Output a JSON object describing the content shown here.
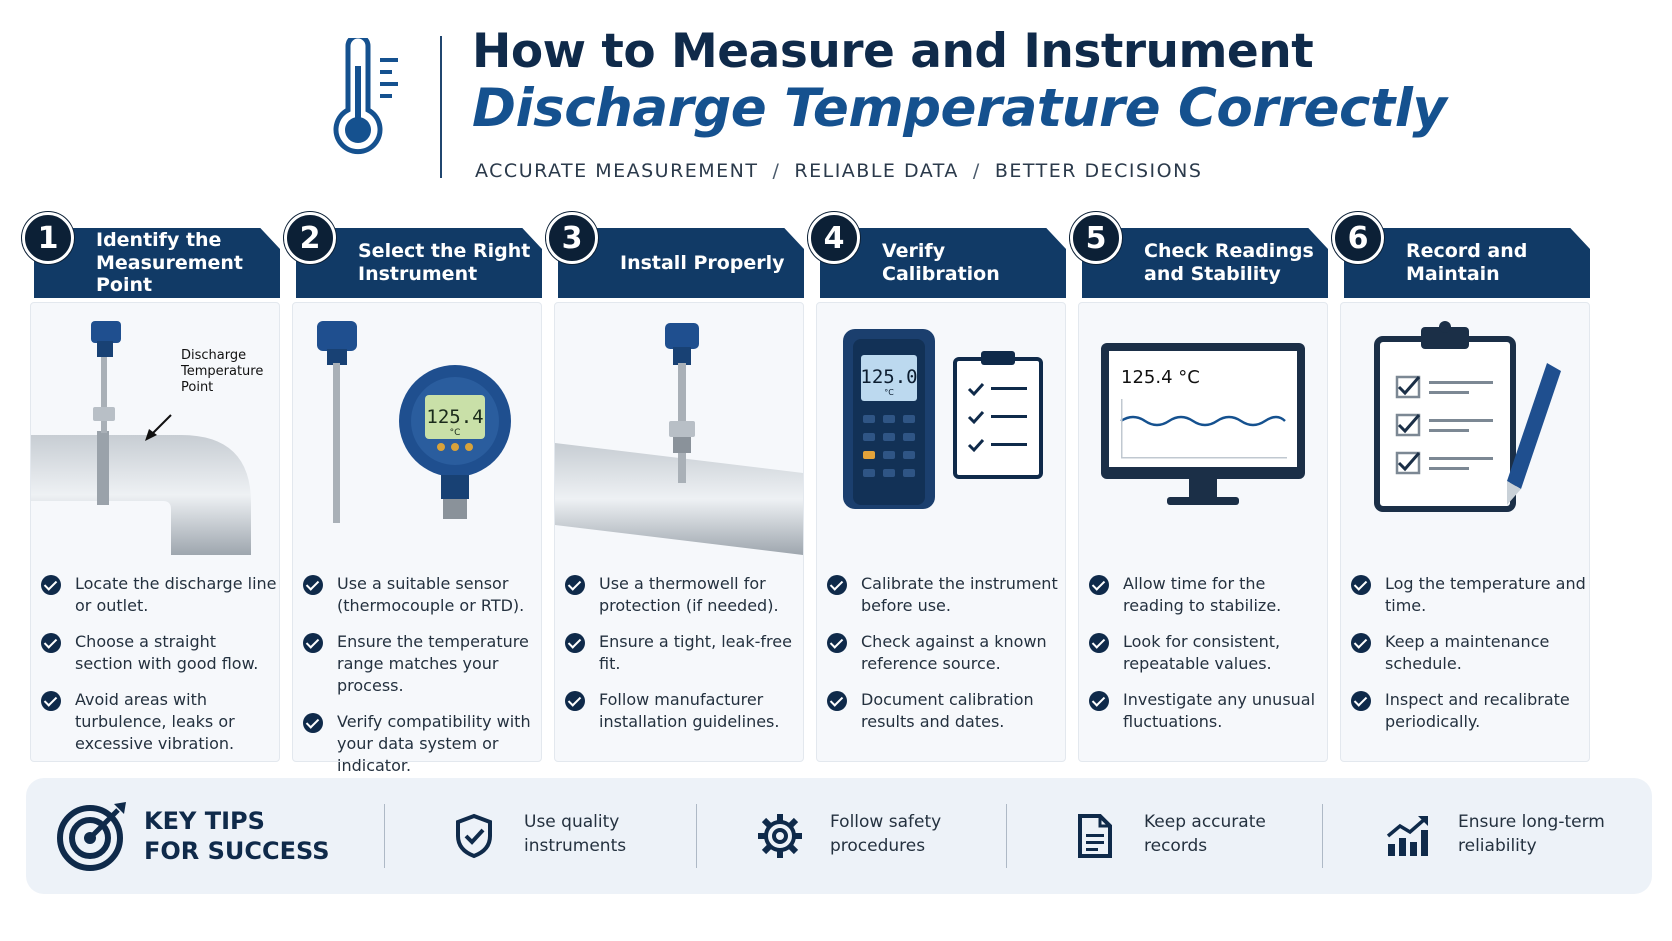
{
  "header": {
    "title_line1": "How to Measure and Instrument",
    "title_line2": "Discharge Temperature Correctly",
    "tagline": [
      "ACCURATE MEASUREMENT",
      "RELIABLE DATA",
      "BETTER DECISIONS"
    ],
    "tagline_separator": "/"
  },
  "steps": [
    {
      "number": "1",
      "title": "Identify the Measurement Point",
      "callout": [
        "Discharge",
        "Temperature",
        "Point"
      ],
      "bullets": [
        "Locate the discharge line or outlet.",
        "Choose a straight section with good flow.",
        "Avoid areas with turbulence, leaks or excessive vibration."
      ]
    },
    {
      "number": "2",
      "title": "Select the Right Instrument",
      "display_value": "125.4",
      "display_unit": "°C",
      "bullets": [
        "Use a suitable sensor (thermocouple or RTD).",
        "Ensure the temperature range matches your process.",
        "Verify compatibility with your data system or indicator."
      ]
    },
    {
      "number": "3",
      "title": "Install Properly",
      "bullets": [
        "Use a thermowell for protection (if needed).",
        "Ensure a tight, leak-free fit.",
        "Follow manufacturer installation guidelines."
      ]
    },
    {
      "number": "4",
      "title": "Verify Calibration",
      "display_value": "125.0",
      "display_unit": "°C",
      "bullets": [
        "Calibrate the instrument before use.",
        "Check against a known reference source.",
        "Document calibration results and dates."
      ]
    },
    {
      "number": "5",
      "title": "Check Readings and Stability",
      "display_value": "125.4 °C",
      "bullets": [
        "Allow time for the reading to stabilize.",
        "Look for consistent, repeatable values.",
        "Investigate any unusual fluctuations."
      ]
    },
    {
      "number": "6",
      "title": "Record and Maintain",
      "bullets": [
        "Log the temperature and time.",
        "Keep a maintenance schedule.",
        "Inspect and recalibrate periodically."
      ]
    }
  ],
  "tips": {
    "title_line1": "KEY TIPS",
    "title_line2": "FOR SUCCESS",
    "items": [
      {
        "icon": "shield-check-icon",
        "line1": "Use quality",
        "line2": "instruments"
      },
      {
        "icon": "gear-icon",
        "line1": "Follow safety",
        "line2": "procedures"
      },
      {
        "icon": "document-icon",
        "line1": "Keep accurate",
        "line2": "records"
      },
      {
        "icon": "growth-chart-icon",
        "line1": "Ensure long-term",
        "line2": "reliability"
      }
    ]
  },
  "colors": {
    "navy": "#0f2a4a",
    "accent_blue": "#15518f",
    "tab_blue": "#113a66",
    "device_blue": "#1f4f8f",
    "tips_background": "#edf2f8"
  }
}
